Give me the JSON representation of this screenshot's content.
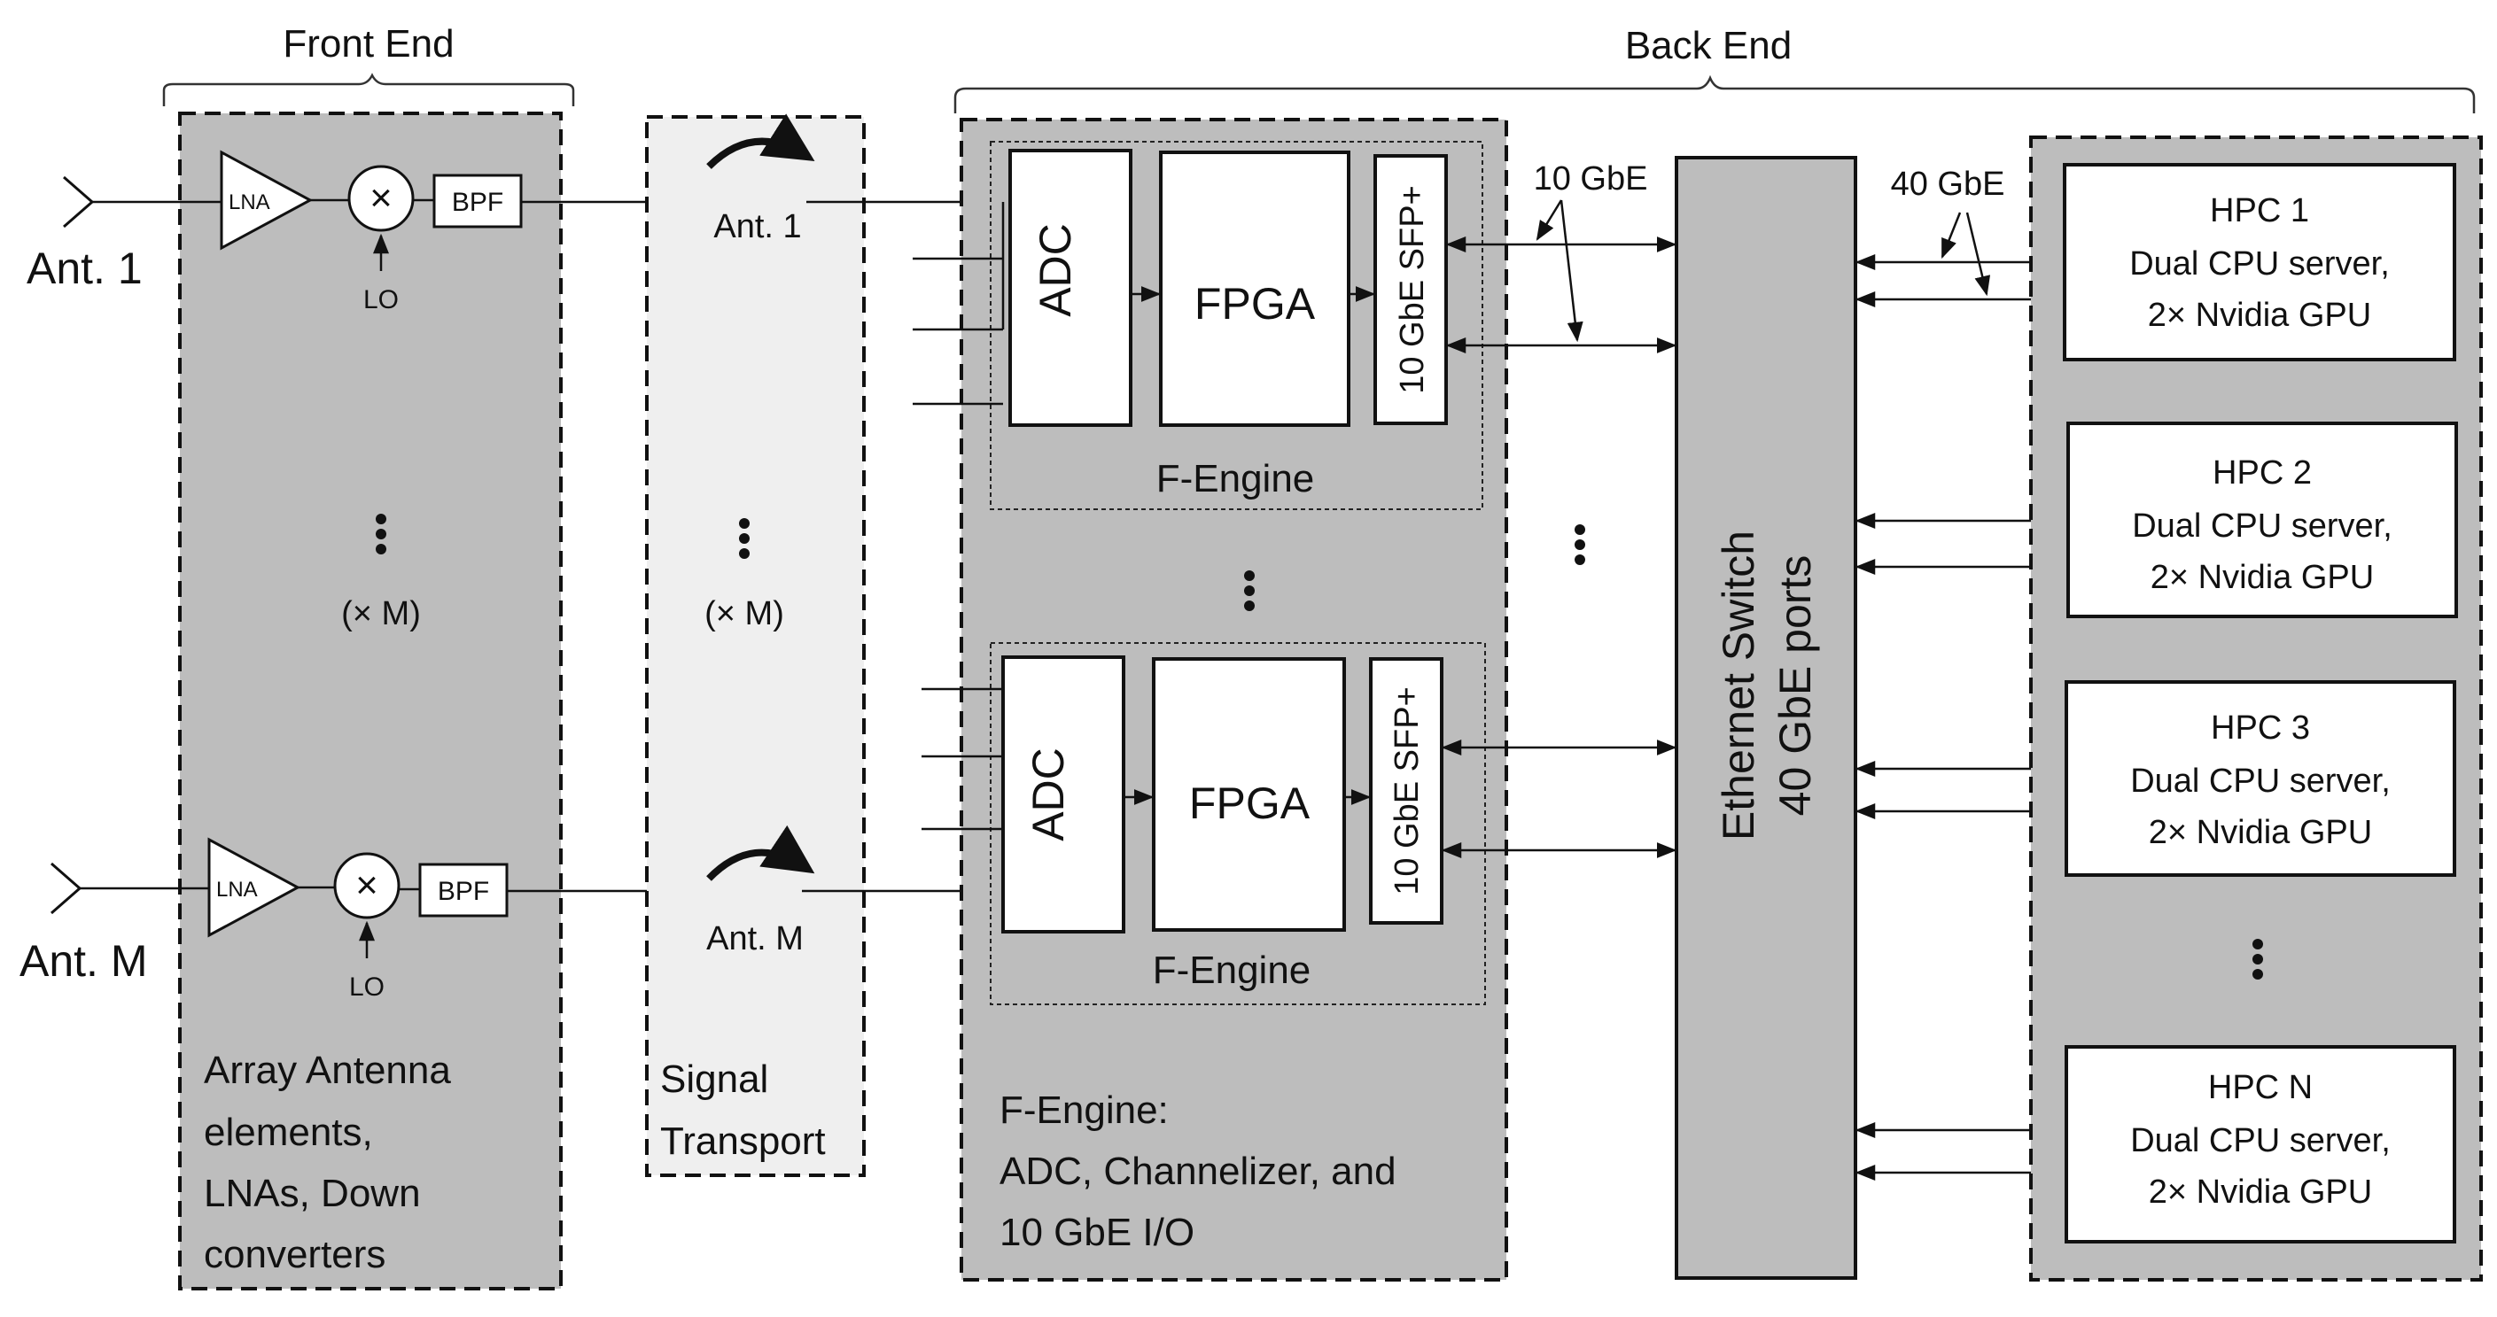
{
  "sections": {
    "front_end": "Front End",
    "back_end": "Back End"
  },
  "antennas": {
    "ant1": "Ant. 1",
    "antM": "Ant. M"
  },
  "front_end_chain": {
    "lna": "LNA",
    "mixer": "×",
    "lo": "LO",
    "bpf": "BPF",
    "multiplier": "(× M)"
  },
  "front_end_caption": [
    "Array Antenna",
    "elements,",
    "LNAs, Down",
    "converters"
  ],
  "transport": {
    "ant1": "Ant. 1",
    "antM": "Ant. M",
    "multiplier": "(× M)",
    "caption": [
      "Signal",
      "Transport"
    ]
  },
  "f_engine": {
    "adc": "ADC",
    "fpga": "FPGA",
    "sfp": "10 GbE SFP+",
    "label": "F-Engine",
    "caption": [
      "F-Engine:",
      "ADC, Channelizer, and",
      "10 GbE I/O"
    ]
  },
  "links": {
    "ten_gbe": "10 GbE",
    "forty_gbe": "40 GbE"
  },
  "switch": {
    "line1": "Ethernet Switch",
    "line2": "40 GbE ports"
  },
  "hpc_nodes": [
    {
      "name": "HPC 1",
      "line2": "Dual CPU server,",
      "line3": "2× Nvidia GPU"
    },
    {
      "name": "HPC 2",
      "line2": "Dual CPU server,",
      "line3": "2× Nvidia GPU"
    },
    {
      "name": "HPC 3",
      "line2": "Dual CPU server,",
      "line3": "2× Nvidia GPU"
    },
    {
      "name": "HPC N",
      "line2": "Dual CPU server,",
      "line3": "2× Nvidia GPU"
    }
  ],
  "icons": [
    "antenna-icon",
    "amplifier-icon",
    "mixer-icon",
    "curved-arrow-icon",
    "ellipsis-icon"
  ]
}
